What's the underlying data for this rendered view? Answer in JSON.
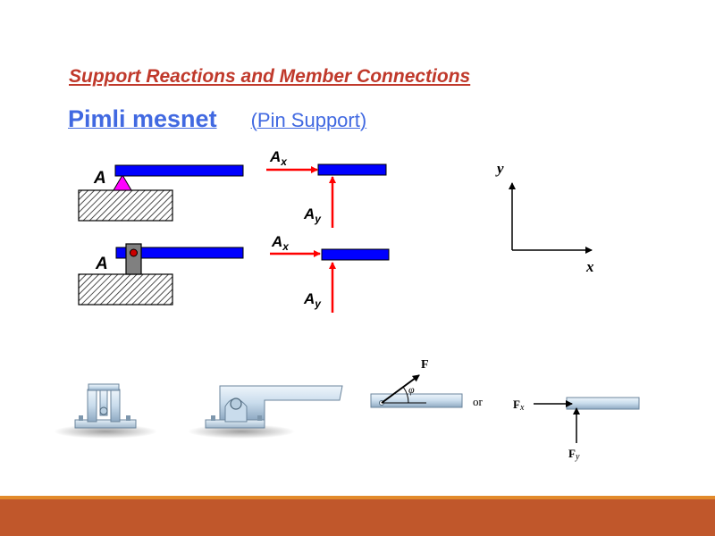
{
  "slide": {
    "title": "Support Reactions and Member Connections",
    "subtitle_main": "Pimli mesnet",
    "subtitle_paren": "(Pin Support)"
  },
  "labels": {
    "point_a": "A",
    "force_a": "A",
    "sub_x": "x",
    "sub_y": "y",
    "axis_x": "x",
    "axis_y": "y",
    "force_f": "F",
    "angle_phi": "φ",
    "or_text": "or",
    "fx_base": "F",
    "fx_sub": "x",
    "fy_base": "F",
    "fy_sub": "y"
  },
  "colors": {
    "title": "#c0392b",
    "subtitle": "#4169e1",
    "beam": "#0000ff",
    "arrow": "#ff0000",
    "pin_triangle": "#ff00ff",
    "footer_bar": "#c0572b",
    "footer_thin": "#e28a2b",
    "steel_light": "#dbe9f4",
    "steel_dark": "#8ea9c2"
  }
}
